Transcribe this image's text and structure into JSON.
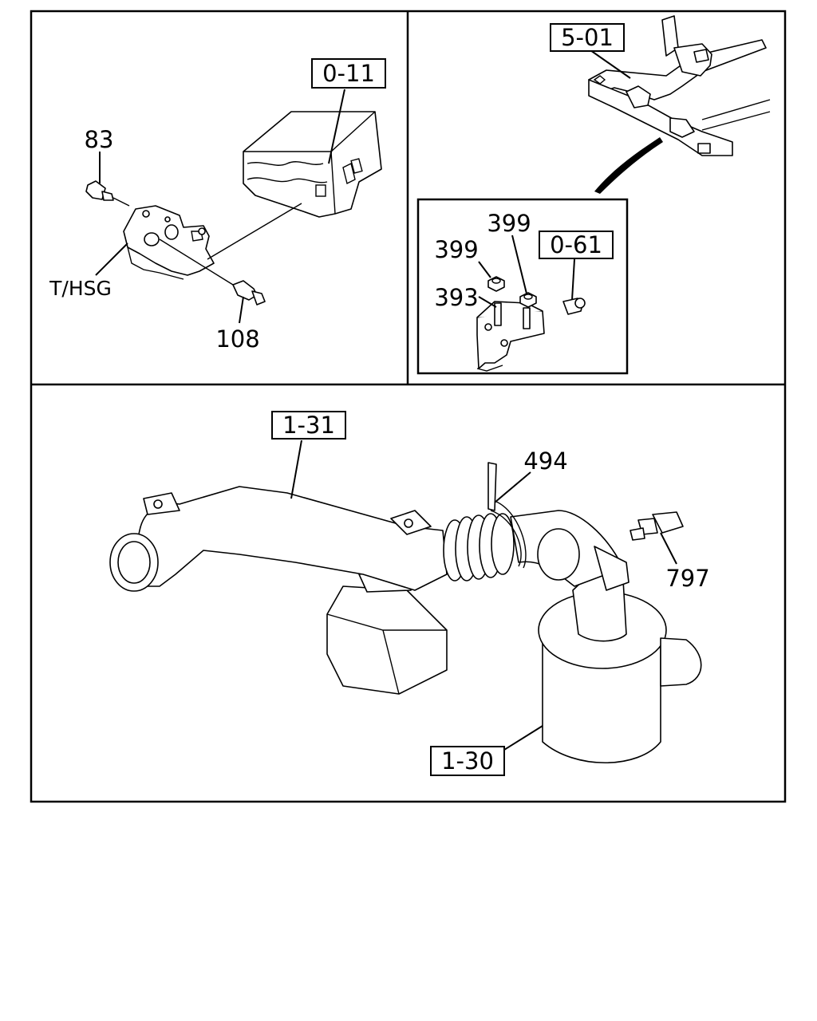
{
  "diagram": {
    "panels": {
      "top_left": {
        "ref_box": "0-11",
        "callouts": {
          "bolt": "83",
          "sensor": "108",
          "housing": "T/HSG"
        }
      },
      "top_right": {
        "ref_box_frame": "5-01",
        "inset": {
          "ref_box": "0-61",
          "callouts": {
            "nut_a": "399",
            "nut_b": "399",
            "bracket": "393"
          }
        }
      },
      "bottom": {
        "ref_box_duct": "1-31",
        "ref_box_cleaner": "1-30",
        "callouts": {
          "clamp": "494",
          "sensor": "797"
        }
      }
    }
  }
}
